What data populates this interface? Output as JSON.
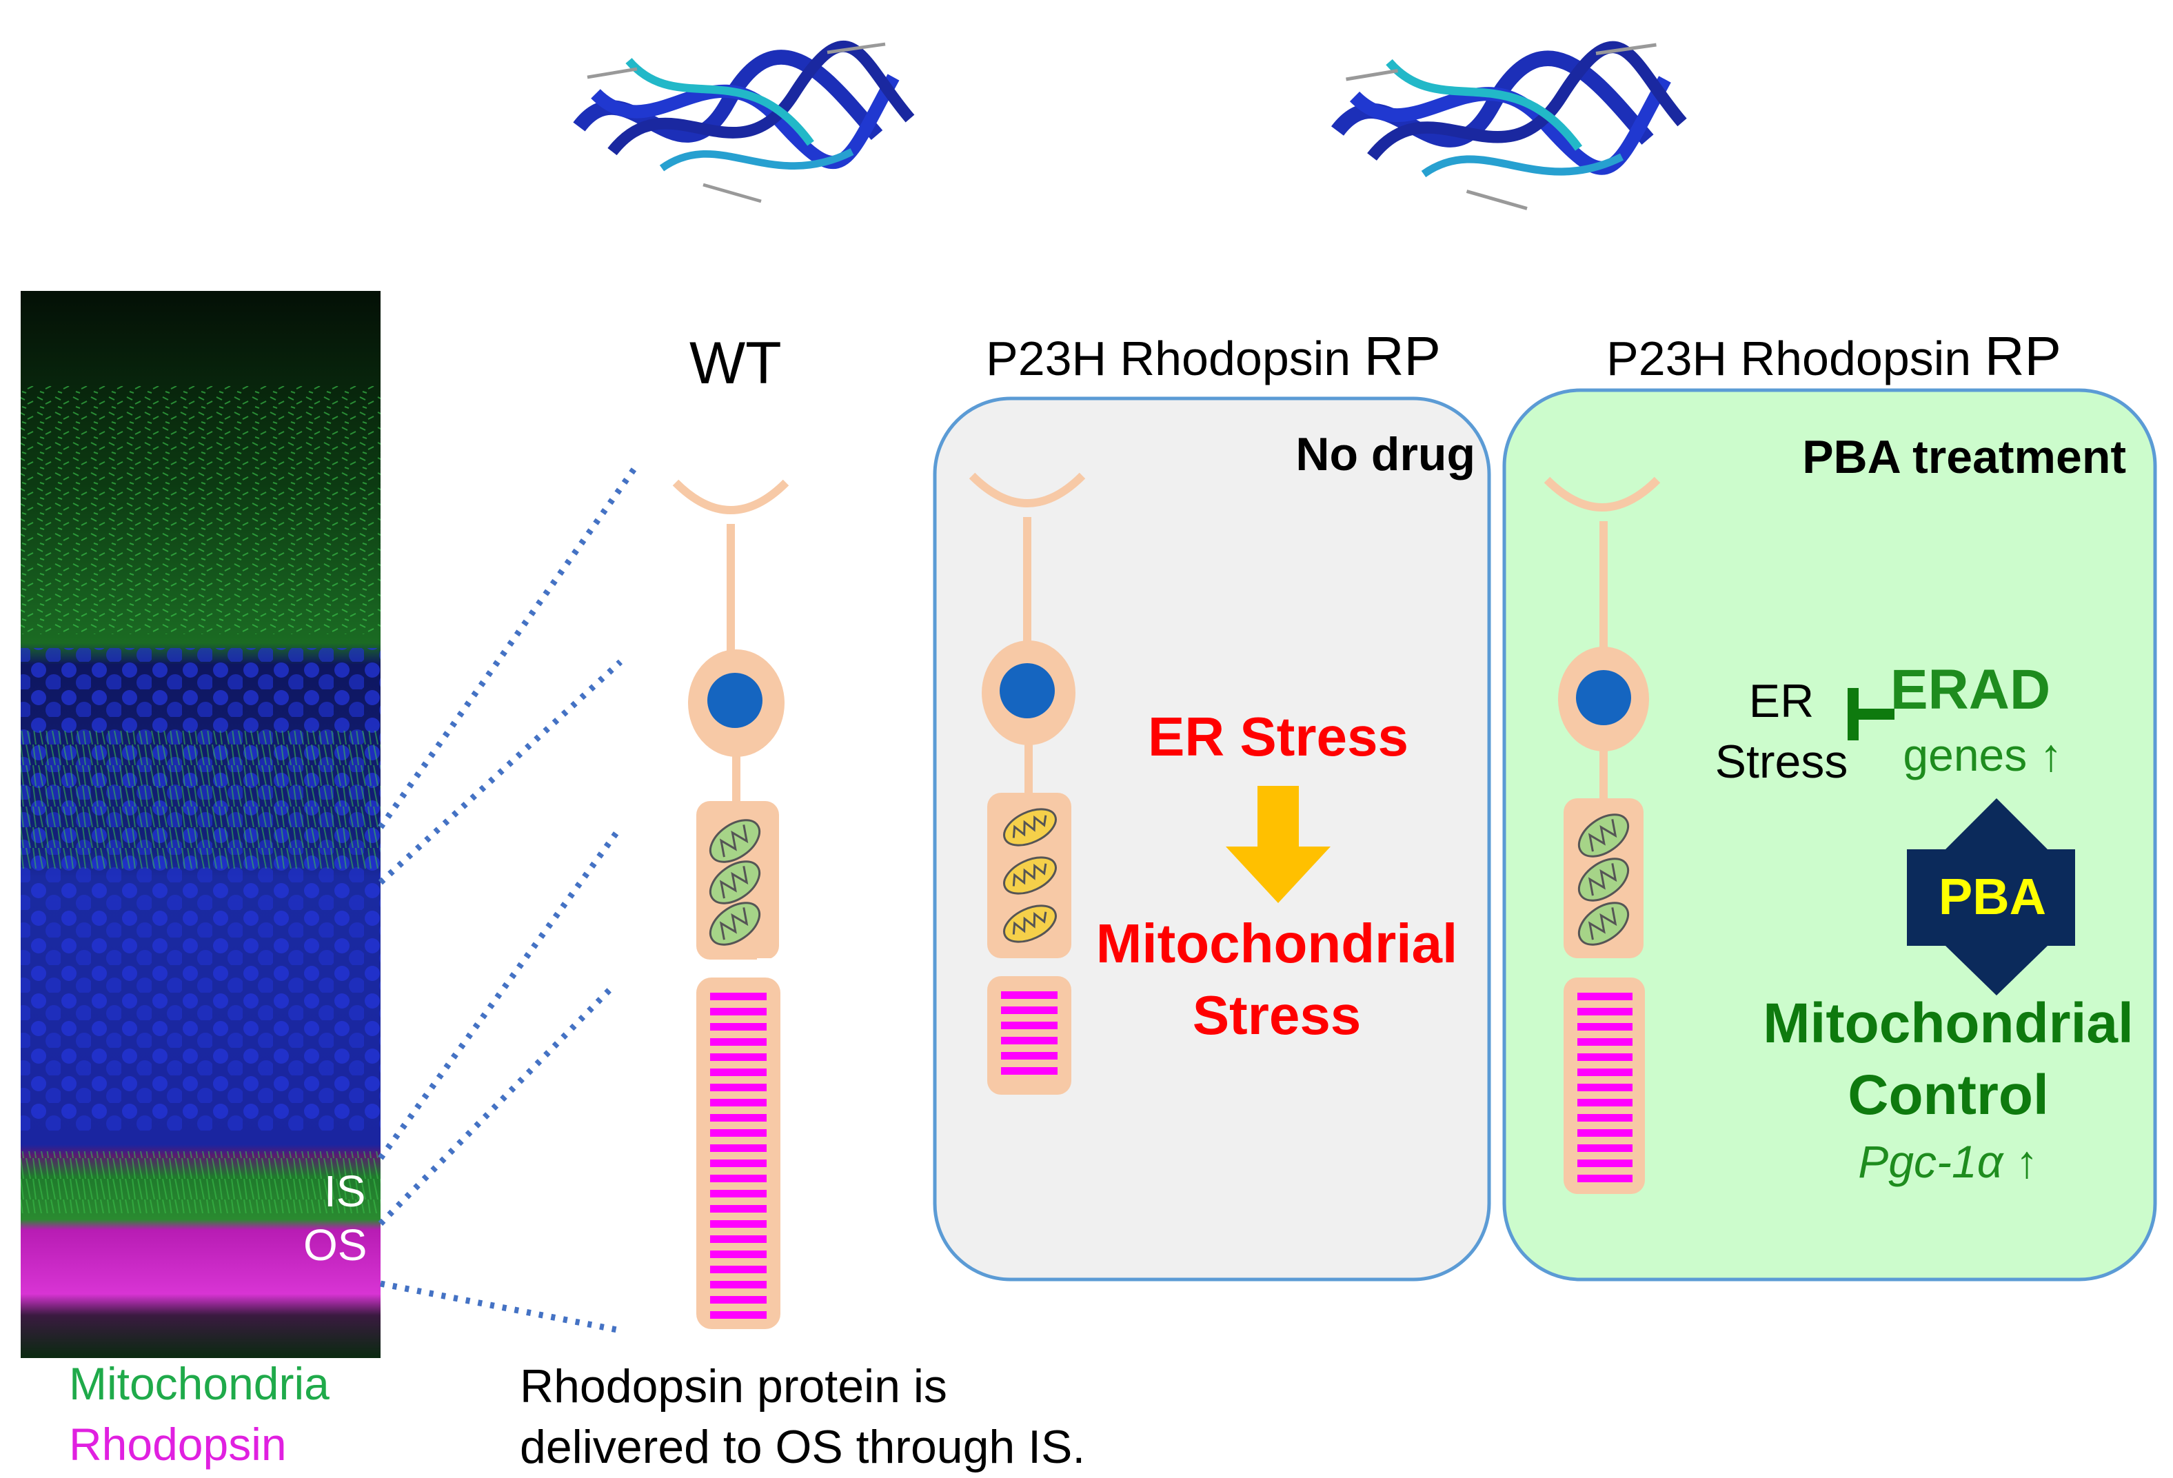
{
  "micrograph": {
    "labels": {
      "is": "IS",
      "os": "OS"
    },
    "legend": {
      "mitochondria": "Mitochondria",
      "rhodopsin": "Rhodopsin"
    },
    "legend_colors": {
      "mitochondria": "#1faa4a",
      "rhodopsin": "#e020e0"
    }
  },
  "panels": {
    "wt": {
      "title": "WT"
    },
    "p23h_nodrug": {
      "title_prefix": "P23H Rhodopsin",
      "title_suffix": "RP",
      "condition": "No drug",
      "er_stress": "ER Stress",
      "mito_stress_line1": "Mitochondrial",
      "mito_stress_line2": "Stress"
    },
    "p23h_pba": {
      "title_prefix": "P23H Rhodopsin",
      "title_suffix": "RP",
      "condition": "PBA treatment",
      "er_stress_line1": "ER",
      "er_stress_line2": "Stress",
      "erad": "ERAD",
      "erad_genes": "genes ↑",
      "pba": "PBA",
      "mito_control_line1": "Mitochondrial",
      "mito_control_line2": "Control",
      "pgc": "Pgc-1α ↑"
    }
  },
  "caption": {
    "line1": "Rhodopsin protein is",
    "line2": "delivered to OS through IS."
  },
  "colors": {
    "cell": "#f7c9a6",
    "nucleus": "#1565c0",
    "rhodopsin_stripes": "#ff00ff",
    "healthy_mito": "#a6d488",
    "stressed_mito": "#f5d04a",
    "stress_red": "#ff0000",
    "arrow_yellow": "#ffc000",
    "green_text": "#1e8c1e",
    "dark_green_text": "#0e7a0e",
    "navy": "#0b2a5b",
    "pba_text": "#ffff00",
    "nodrug_box": "#f0f0f0",
    "pba_box": "#ccfccc",
    "box_border": "#5b9bd5",
    "dotted_line": "#4472c4"
  },
  "icons": [
    "protein-structure-icon",
    "photoreceptor-cell-icon",
    "mitochondrion-icon",
    "inhibition-icon",
    "down-arrow-icon",
    "double-arrow-icon"
  ]
}
